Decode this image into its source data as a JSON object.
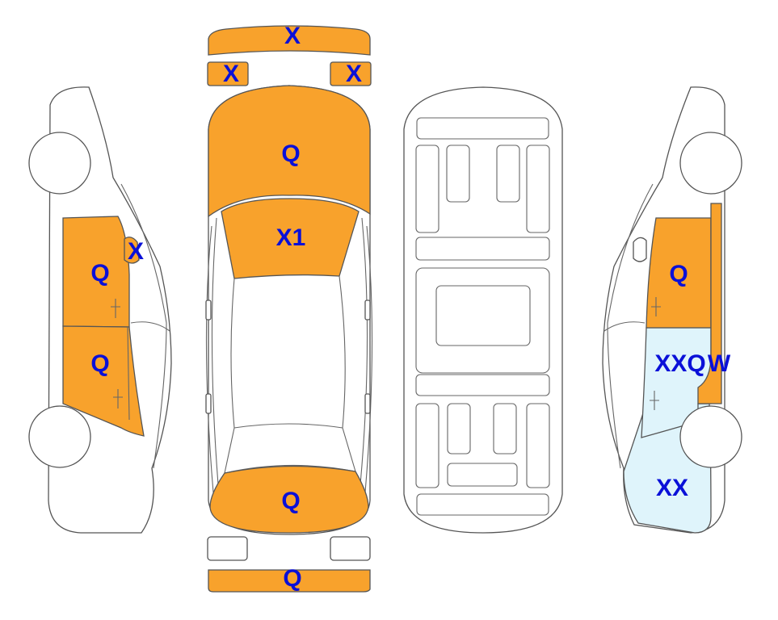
{
  "colors": {
    "damage_orange": "#F8A22C",
    "light_blue": "#DFF4FB",
    "label_blue": "#0A10D8",
    "outline": "#555555"
  },
  "marks": {
    "front_bumper": "X",
    "left_headlight": "X",
    "right_headlight": "X",
    "hood": "Q",
    "windshield": "X1",
    "trunk": "Q",
    "rear_bumper": "Q",
    "left_front_door": "Q",
    "left_mirror": "X",
    "left_rear_door": "Q",
    "right_front_door": "Q",
    "right_rear_door": "XXQ",
    "right_pillar": "W",
    "right_rear_quarter": "XX"
  }
}
